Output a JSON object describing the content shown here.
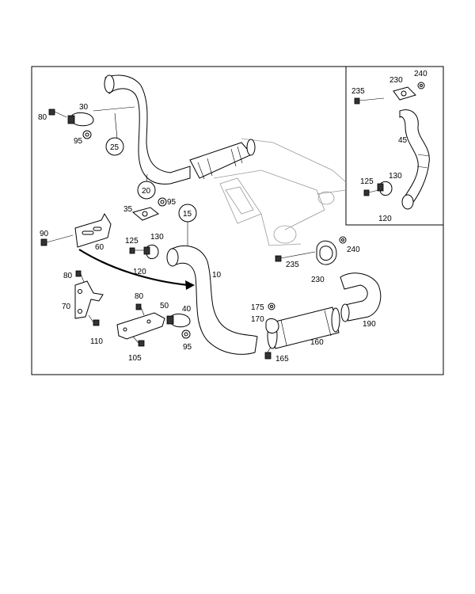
{
  "labels": {
    "l80a": "80",
    "l30": "30",
    "l95a": "95",
    "l25": "25",
    "l20": "20",
    "l35": "35",
    "l95b": "95",
    "l15": "15",
    "l90": "90",
    "l60": "60",
    "l125a": "125",
    "l130a": "130",
    "l120a": "120",
    "l10": "10",
    "l80b": "80",
    "l70": "70",
    "l110": "110",
    "l80c": "80",
    "l50": "50",
    "l40": "40",
    "l95c": "95",
    "l105": "105",
    "l235a": "235",
    "l230a": "230",
    "l240a": "240",
    "l45": "45",
    "l125b": "125",
    "l130b": "130",
    "l120b": "120",
    "l235b": "235",
    "l240b": "240",
    "l230b": "230",
    "l175": "175",
    "l170": "170",
    "l160": "160",
    "l165": "165",
    "l190": "190"
  }
}
